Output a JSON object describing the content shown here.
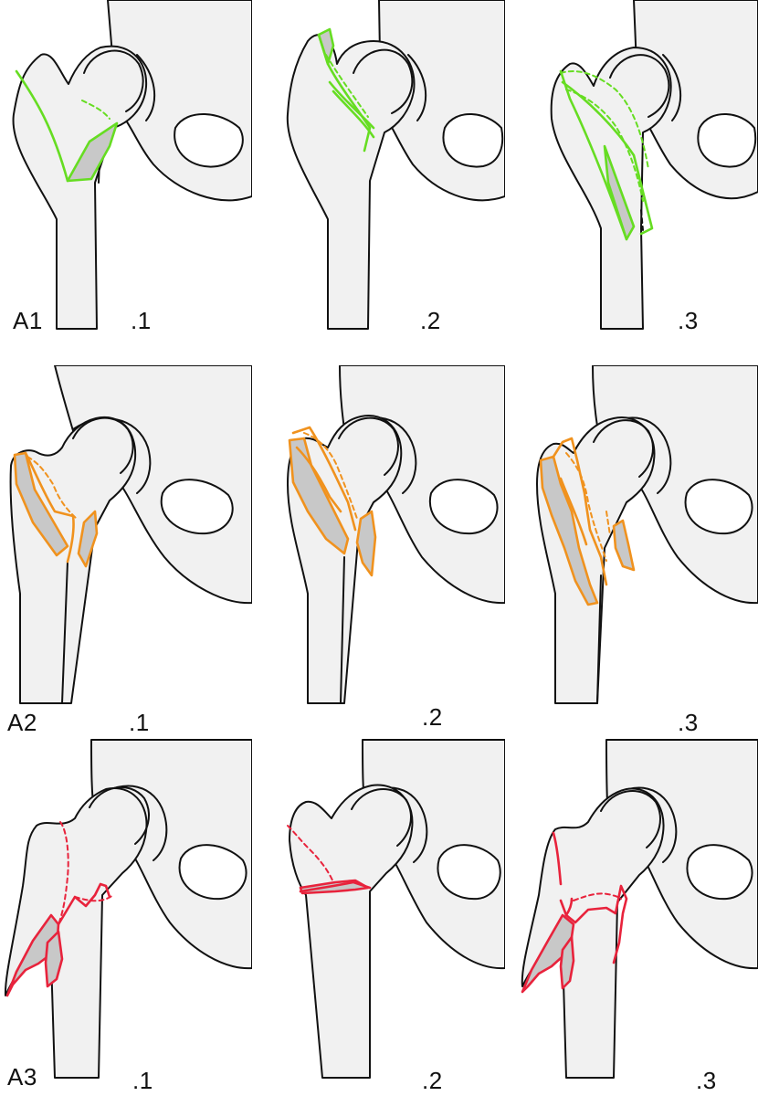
{
  "rows": [
    {
      "group_label": "A1",
      "color": "#66dd22",
      "panels": [
        {
          "sub_label": ".1"
        },
        {
          "sub_label": ".2"
        },
        {
          "sub_label": ".3"
        }
      ]
    },
    {
      "group_label": "A2",
      "color": "#f0921e",
      "panels": [
        {
          "sub_label": ".1"
        },
        {
          "sub_label": ".2"
        },
        {
          "sub_label": ".3"
        }
      ]
    },
    {
      "group_label": "A3",
      "color": "#e8233c",
      "panels": [
        {
          "sub_label": ".1"
        },
        {
          "sub_label": ".2"
        },
        {
          "sub_label": ".3"
        }
      ]
    }
  ],
  "fragment_fill": "#c8c8c8"
}
